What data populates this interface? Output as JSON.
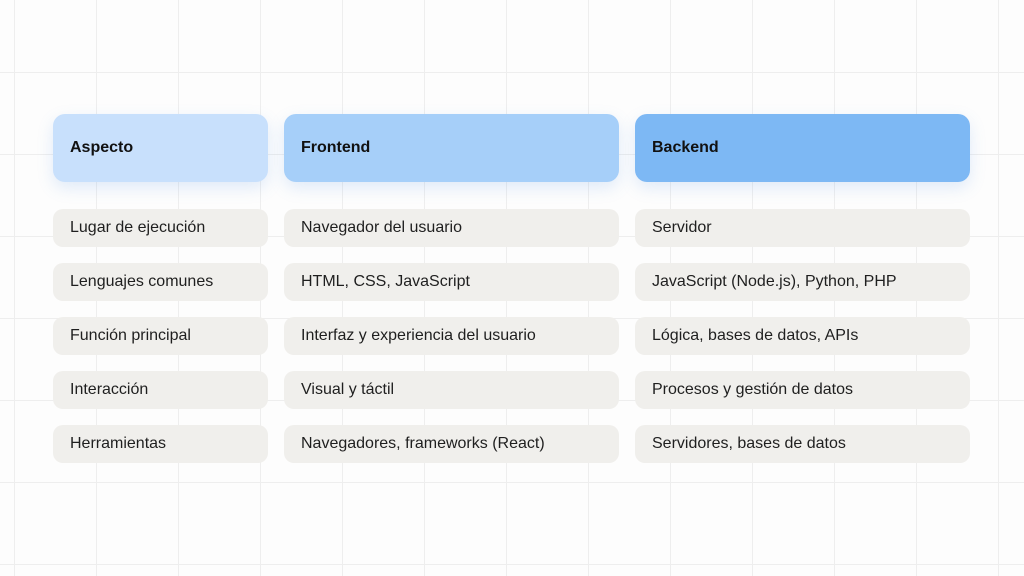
{
  "table": {
    "headers": [
      "Aspecto",
      "Frontend",
      "Backend"
    ],
    "rows": [
      [
        "Lugar de ejecución",
        "Navegador del usuario",
        "Servidor"
      ],
      [
        "Lenguajes comunes",
        "HTML, CSS, JavaScript",
        "JavaScript (Node.js), Python, PHP"
      ],
      [
        "Función principal",
        "Interfaz y experiencia del usuario",
        "Lógica, bases de datos, APIs"
      ],
      [
        "Interacción",
        "Visual y táctil",
        "Procesos y gestión de datos"
      ],
      [
        "Herramientas",
        "Navegadores, frameworks (React)",
        "Servidores, bases de datos"
      ]
    ]
  },
  "colors": {
    "header_aspecto": "#c8e0fc",
    "header_frontend": "#a6cff9",
    "header_backend": "#7db8f4",
    "cell_background": "#f0efec"
  }
}
